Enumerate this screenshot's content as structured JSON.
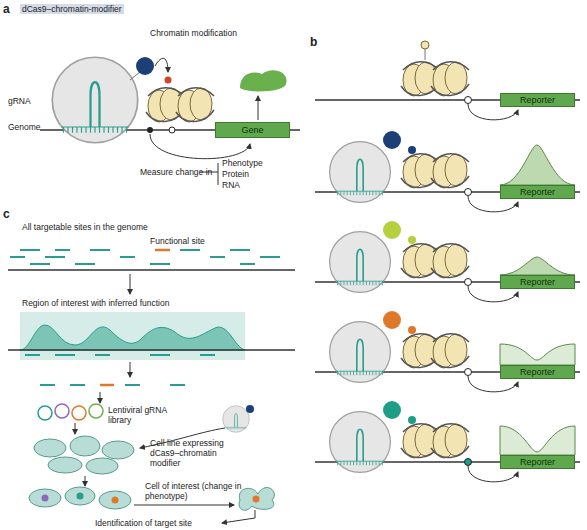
{
  "diagram": {
    "nodes": [
      {
        "text": [
          "Gene"
        ]
      },
      {
        "text": [
          "Reporter"
        ]
      },
      {
        "text": [
          "Reporter"
        ]
      },
      {
        "text": [
          "Reporter"
        ]
      },
      {
        "text": [
          "Reporter"
        ]
      },
      {
        "text": [
          "Reporter"
        ]
      }
    ],
    "labels": [
      "a",
      "dCas9–chromatin-modifier",
      "Chromatin modification",
      "gRNA",
      "Genome",
      "Measure change in",
      "Phenotype",
      "Protein",
      "RNA",
      "b",
      "c",
      "All targetable sites in the genome",
      "Functional site",
      "Region of interest with inferred function",
      "Lentiviral gRNA library",
      "Cell line expressing dCas9–chromatin modifier",
      "Cell of interest (change in phenotype)",
      "Identification of target site"
    ]
  }
}
